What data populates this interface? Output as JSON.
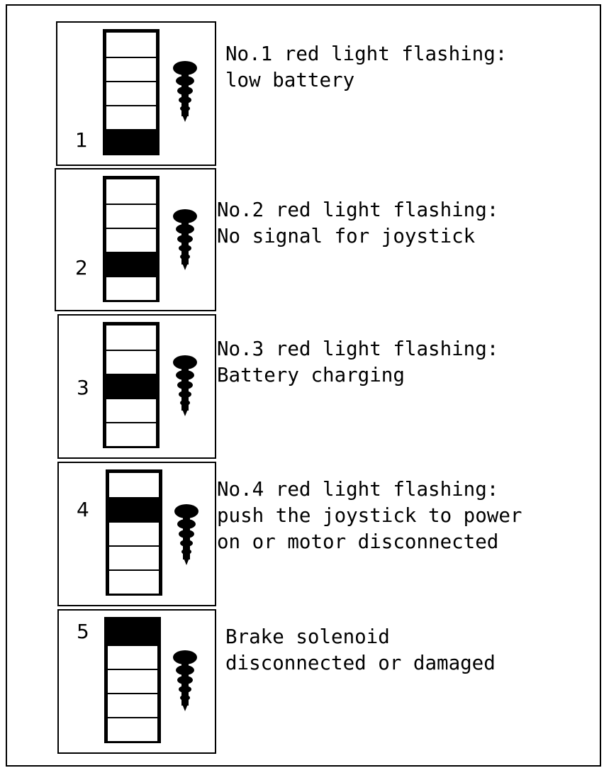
{
  "panels": [
    {
      "number": "1",
      "lit_segment": 5,
      "lines": [
        "No.1 red light flashing:",
        "low battery"
      ]
    },
    {
      "number": "2",
      "lit_segment": 4,
      "lines": [
        "No.2 red light flashing:",
        "No signal for joystick"
      ]
    },
    {
      "number": "3",
      "lit_segment": 3,
      "lines": [
        "No.3 red light flashing:",
        "Battery charging"
      ]
    },
    {
      "number": "4",
      "lit_segment": 2,
      "lines": [
        "No.4 red light flashing:",
        "push the joystick to power",
        "on or motor disconnected"
      ]
    },
    {
      "number": "5",
      "lit_segment": 1,
      "lines": [
        "Brake solenoid",
        "disconnected or damaged"
      ]
    }
  ]
}
